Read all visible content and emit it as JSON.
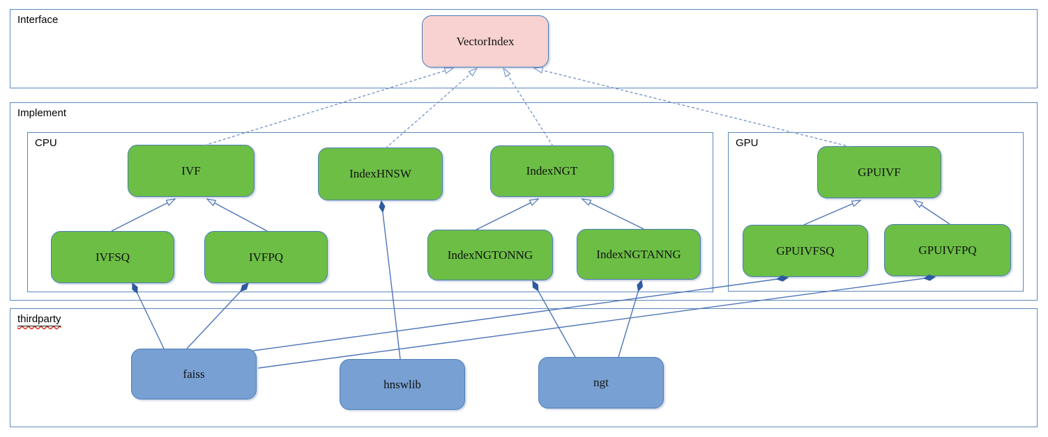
{
  "diagram": {
    "title_note": "UML-style architecture diagram of VectorIndex implementations",
    "containers": {
      "interface": {
        "label": "Interface"
      },
      "implement": {
        "label": "Implement"
      },
      "cpu": {
        "label": "CPU"
      },
      "gpu": {
        "label": "GPU"
      },
      "thirdparty": {
        "label": "thirdparty",
        "spellcheck_underline": true
      }
    },
    "nodes": {
      "vectorindex": {
        "label": "VectorIndex",
        "kind": "interface",
        "fill": "#f8d2d0"
      },
      "ivf": {
        "label": "IVF",
        "kind": "class",
        "fill": "#6cbe45"
      },
      "indexhnsw": {
        "label": "IndexHNSW",
        "kind": "class",
        "fill": "#6cbe45"
      },
      "indexngt": {
        "label": "IndexNGT",
        "kind": "class",
        "fill": "#6cbe45"
      },
      "ivfsq": {
        "label": "IVFSQ",
        "kind": "class",
        "fill": "#6cbe45"
      },
      "ivfpq": {
        "label": "IVFPQ",
        "kind": "class",
        "fill": "#6cbe45"
      },
      "indexngtonng": {
        "label": "IndexNGTONNG",
        "kind": "class",
        "fill": "#6cbe45"
      },
      "indexngtanng": {
        "label": "IndexNGTANNG",
        "kind": "class",
        "fill": "#6cbe45"
      },
      "gpuivf": {
        "label": "GPUIVF",
        "kind": "class",
        "fill": "#6cbe45"
      },
      "gpuivfsq": {
        "label": "GPUIVFSQ",
        "kind": "class",
        "fill": "#6cbe45"
      },
      "gpuivfpq": {
        "label": "GPUIVFPQ",
        "kind": "class",
        "fill": "#6cbe45"
      },
      "faiss": {
        "label": "faiss",
        "kind": "thirdparty-lib",
        "fill": "#78a0d2"
      },
      "hnswlib": {
        "label": "hnswlib",
        "kind": "thirdparty-lib",
        "fill": "#78a0d2"
      },
      "ngt": {
        "label": "ngt",
        "kind": "thirdparty-lib",
        "fill": "#78a0d2"
      }
    },
    "edges": [
      {
        "from": "IVF",
        "to": "VectorIndex",
        "type": "realization"
      },
      {
        "from": "IndexHNSW",
        "to": "VectorIndex",
        "type": "realization"
      },
      {
        "from": "IndexNGT",
        "to": "VectorIndex",
        "type": "realization"
      },
      {
        "from": "GPUIVF",
        "to": "VectorIndex",
        "type": "realization"
      },
      {
        "from": "IVFSQ",
        "to": "IVF",
        "type": "generalization"
      },
      {
        "from": "IVFPQ",
        "to": "IVF",
        "type": "generalization"
      },
      {
        "from": "IndexNGTONNG",
        "to": "IndexNGT",
        "type": "generalization"
      },
      {
        "from": "IndexNGTANNG",
        "to": "IndexNGT",
        "type": "generalization"
      },
      {
        "from": "GPUIVFSQ",
        "to": "GPUIVF",
        "type": "generalization"
      },
      {
        "from": "GPUIVFPQ",
        "to": "GPUIVF",
        "type": "generalization"
      },
      {
        "from": "faiss",
        "to": "IVFSQ",
        "type": "composition"
      },
      {
        "from": "faiss",
        "to": "IVFPQ",
        "type": "composition"
      },
      {
        "from": "faiss",
        "to": "GPUIVFSQ",
        "type": "composition"
      },
      {
        "from": "faiss",
        "to": "GPUIVFPQ",
        "type": "composition"
      },
      {
        "from": "hnswlib",
        "to": "IndexHNSW",
        "type": "composition"
      },
      {
        "from": "ngt",
        "to": "IndexNGTONNG",
        "type": "composition"
      },
      {
        "from": "ngt",
        "to": "IndexNGTANNG",
        "type": "composition"
      }
    ],
    "colors": {
      "class_fill": "#6cbe45",
      "interface_fill": "#f8d2d0",
      "thirdparty_fill": "#78a0d2",
      "container_border": "#5b87bc",
      "node_border": "#4a7cbb",
      "connector": "#4d74b8",
      "connector_dashed": "#7b97cc",
      "composition_diamond": "#2e5b9f",
      "spellcheck_wave": "#d03020"
    }
  }
}
